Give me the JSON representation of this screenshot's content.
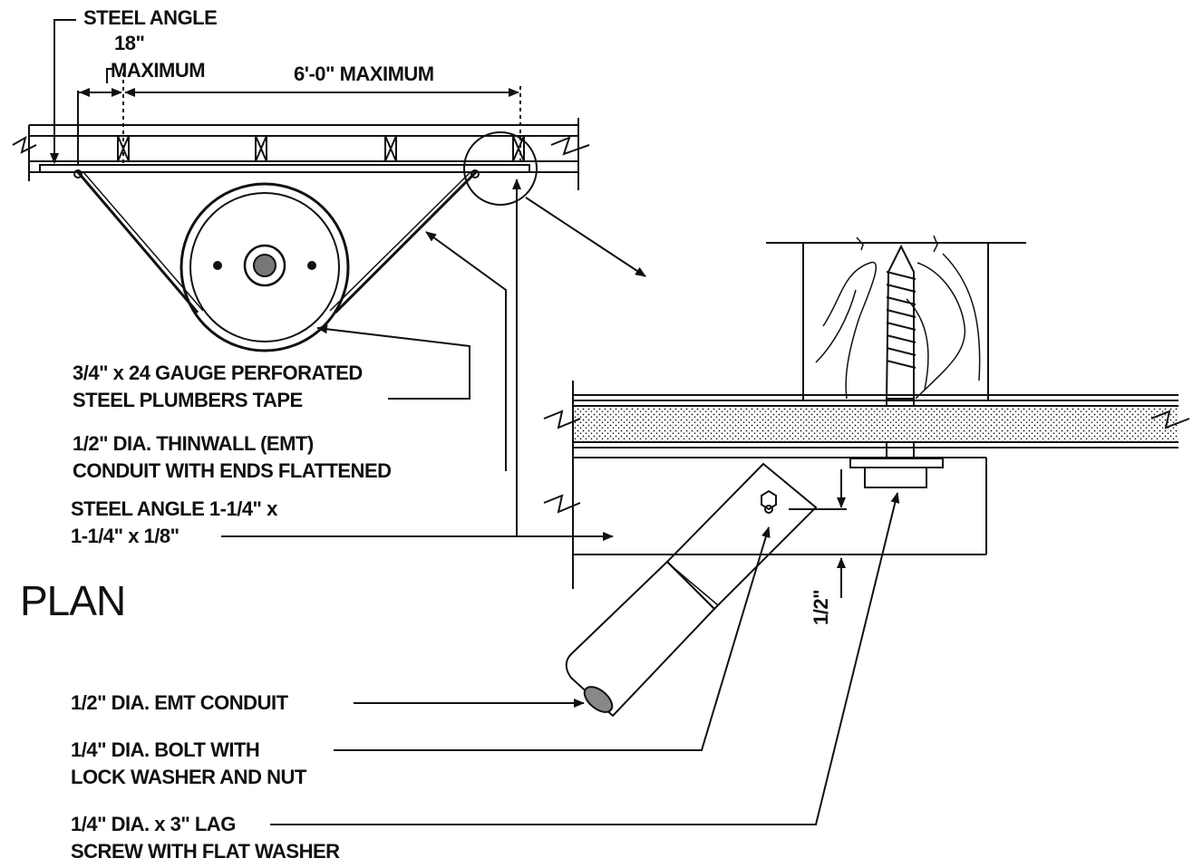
{
  "labels": {
    "steel_angle_top": "STEEL ANGLE",
    "dim_18": "18\"",
    "dim_18_maximum": "MAXIMUM",
    "dim_6ft": "6'-0\" MAXIMUM",
    "plumbers_tape_line1": "3/4\" x 24 GAUGE PERFORATED",
    "plumbers_tape_line2": "STEEL PLUMBERS TAPE",
    "conduit_flattened_line1": "1/2\" DIA. THINWALL (EMT)",
    "conduit_flattened_line2": "CONDUIT WITH ENDS FLATTENED",
    "steel_angle_size_line1": "STEEL ANGLE 1-1/4\" x",
    "steel_angle_size_line2": "1-1/4\" x 1/8\"",
    "plan_title": "PLAN",
    "half_inch": "1/2\"",
    "emt_conduit": "1/2\" DIA. EMT CONDUIT",
    "bolt_line1": "1/4\" DIA. BOLT WITH",
    "bolt_line2": "LOCK WASHER AND NUT",
    "lag_line1": "1/4\" DIA. x 3\" LAG",
    "lag_line2": "SCREW WITH FLAT WASHER"
  },
  "colors": {
    "ink": "#111111",
    "background": "#ffffff"
  }
}
